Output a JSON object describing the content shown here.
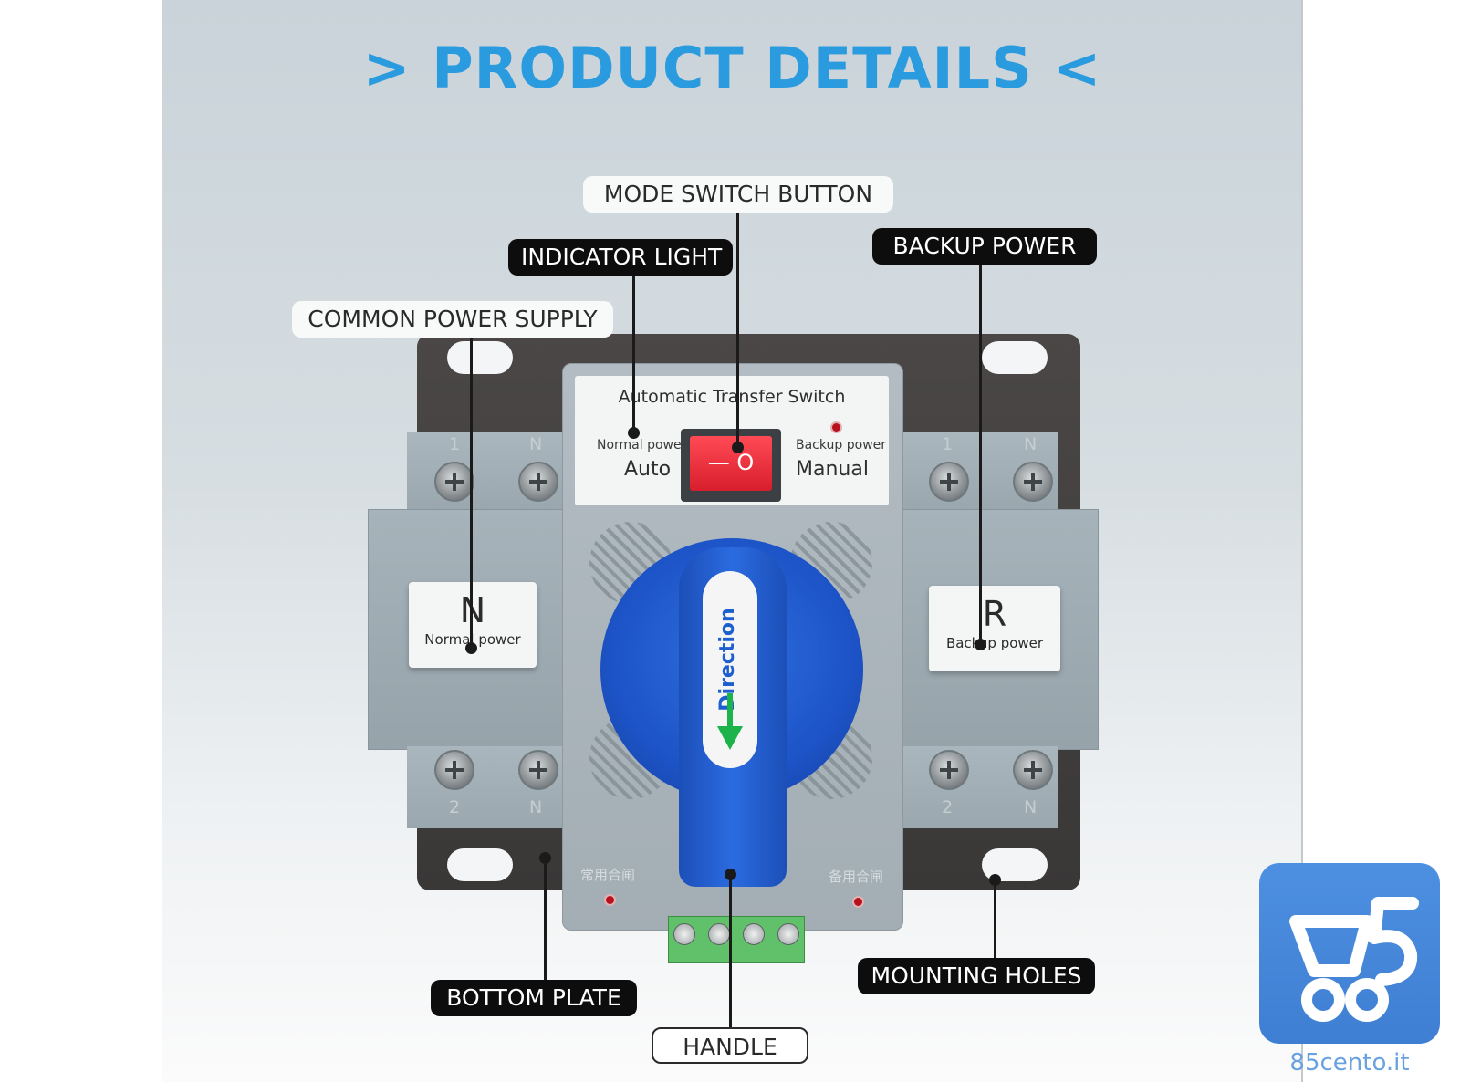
{
  "title": "> PRODUCT DETAILS <",
  "device": {
    "top_panel_title": "Automatic Transfer Switch",
    "normal_power": "Normal power",
    "backup_power": "Backup power",
    "auto": "Auto",
    "manual": "Manual",
    "rocker_symbol": "— O",
    "handle_text": "Direction",
    "left_label_letter": "N",
    "left_label_text": "Normal power",
    "right_label_letter": "R",
    "right_label_text": "Backup power",
    "terminal_top_1": "1",
    "terminal_top_n": "N",
    "terminal_bottom_2": "2",
    "terminal_bottom_n": "N",
    "cn_left": "常用合闸",
    "cn_right": "备用合闸"
  },
  "callouts": {
    "mode_switch_button": "MODE SWITCH BUTTON",
    "indicator_light": "INDICATOR LIGHT",
    "backup_power": "BACKUP POWER",
    "common_power_supply": "COMMON POWER SUPPLY",
    "bottom_plate": "BOTTOM PLATE",
    "handle": "HANDLE",
    "mounting_holes": "MOUNTING HOLES"
  },
  "watermark": {
    "text": "85cento.it",
    "icon": "shopping-cart-5-icon",
    "color": "#4a8ad9"
  },
  "colors": {
    "title": "#2a9bde",
    "handle": "#2b6be0",
    "rocker": "#e52332"
  }
}
